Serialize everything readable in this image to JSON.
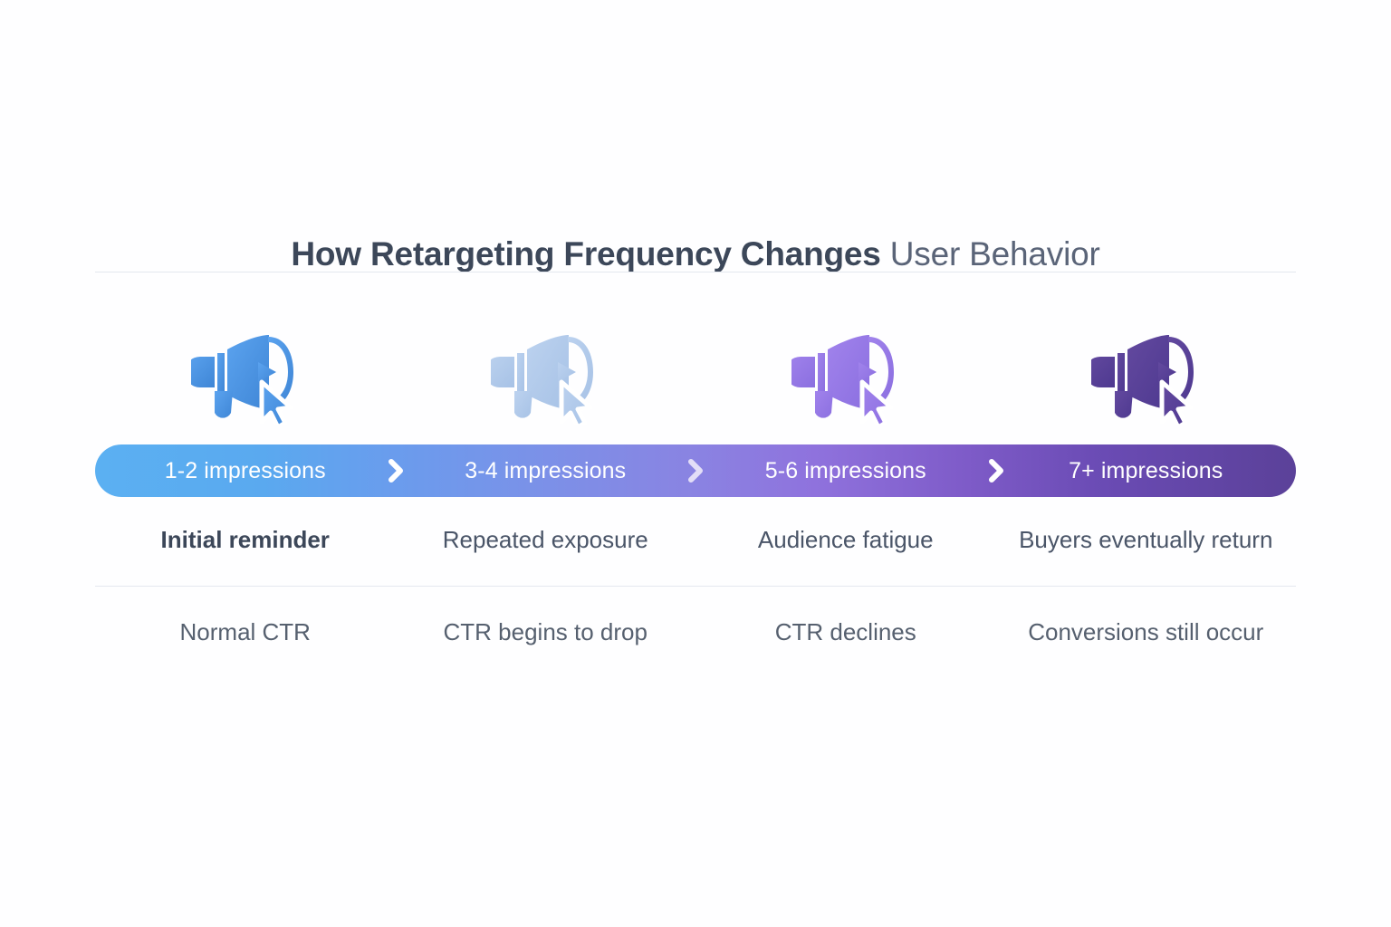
{
  "title": {
    "strong": "How Retargeting Frequency Changes",
    "light": "User Behavior"
  },
  "theme": {
    "gradient_start": "#5bb0f2",
    "gradient_mid": "#8a83e2",
    "gradient_end": "#5b4199",
    "title_strong_color": "#3c4759",
    "title_light_color": "#5a6478",
    "divider_color": "#e4e8ef",
    "background": "#fefeff"
  },
  "stages": [
    {
      "icon": "megaphone-cursor-icon",
      "icon_color": "#3f86d6",
      "icon_color_light": "#5ba3ef",
      "label": "1-2 impressions",
      "caption": "Initial reminder",
      "caption_emphasis": true,
      "detail": "Normal CTR",
      "chevron": "chevron-right-icon",
      "has_chevron": true
    },
    {
      "icon": "megaphone-cursor-icon",
      "icon_color": "#a7c2e6",
      "icon_color_light": "#bcd2ef",
      "label": "3-4 impressions",
      "caption": "Repeated exposure",
      "caption_emphasis": false,
      "detail": "CTR begins to drop",
      "chevron": "chevron-right-icon",
      "has_chevron": true
    },
    {
      "icon": "megaphone-cursor-icon",
      "icon_color": "#8b6fe0",
      "icon_color_light": "#a183ec",
      "label": "5-6 impressions",
      "caption": "Audience fatigue",
      "caption_emphasis": false,
      "detail": "CTR declines",
      "chevron": "chevron-right-icon",
      "has_chevron": true
    },
    {
      "icon": "megaphone-cursor-icon",
      "icon_color": "#4e3990",
      "icon_color_light": "#63499f",
      "label": "7+ impressions",
      "caption": "Buyers eventually return",
      "caption_emphasis": false,
      "detail": "Conversions still occur",
      "chevron": "chevron-right-icon",
      "has_chevron": false
    }
  ]
}
